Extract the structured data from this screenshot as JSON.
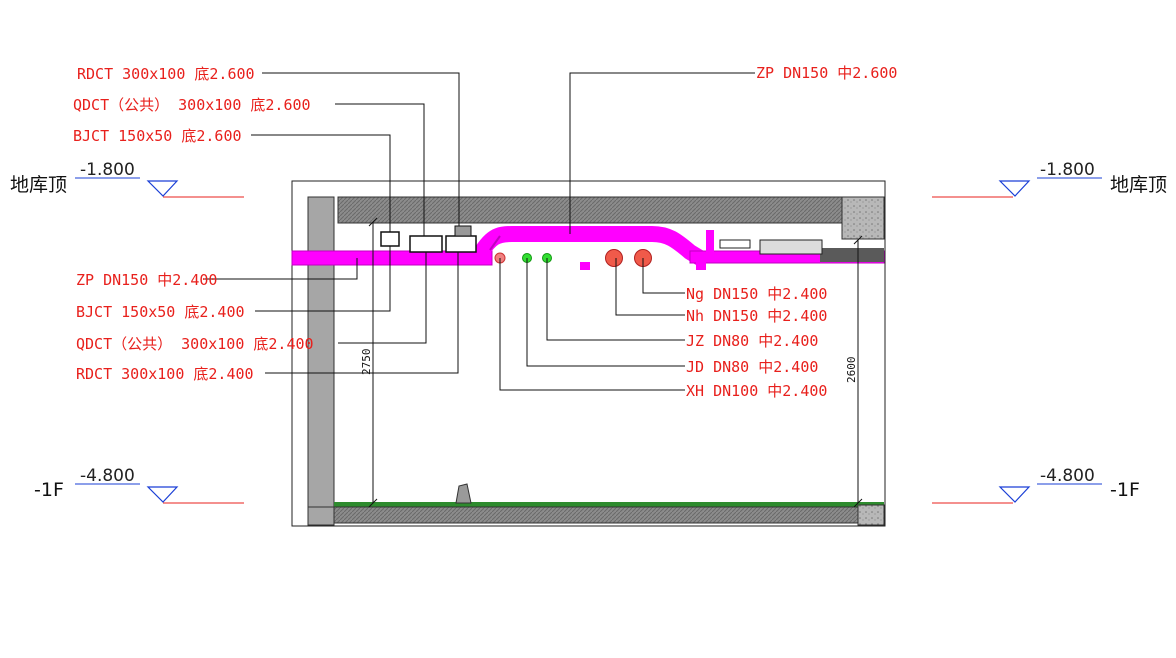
{
  "levels": {
    "top_value": "-1.800",
    "top_name": "地库顶",
    "bottom_value": "-4.800",
    "bottom_name": "-1F"
  },
  "dimensions": {
    "left_height": "2750",
    "right_height": "2600"
  },
  "labels_upper_left": [
    "RDCT 300x100 底2.600",
    "QDCT（公共） 300x100 底2.600",
    "BJCT 150x50 底2.600"
  ],
  "label_upper_right": "ZP DN150 中2.600",
  "labels_lower_left": [
    "ZP DN150 中2.400",
    "BJCT 150x50 底2.400",
    "QDCT（公共） 300x100 底2.400",
    "RDCT 300x100 底2.400"
  ],
  "labels_lower_right": [
    "Ng DN150 中2.400",
    "Nh DN150 中2.400",
    "JZ DN80 中2.400",
    "JD DN80 中2.400",
    "XH DN100 中2.400"
  ],
  "colors": {
    "label_red": "#e8201c",
    "pipe_magenta": "#ff00ff",
    "level_line_red": "#e8201c",
    "level_triangle_blue": "#1a3fd6",
    "slab_gray": "#8a8a8a",
    "floor_green": "#2e8b2e"
  }
}
